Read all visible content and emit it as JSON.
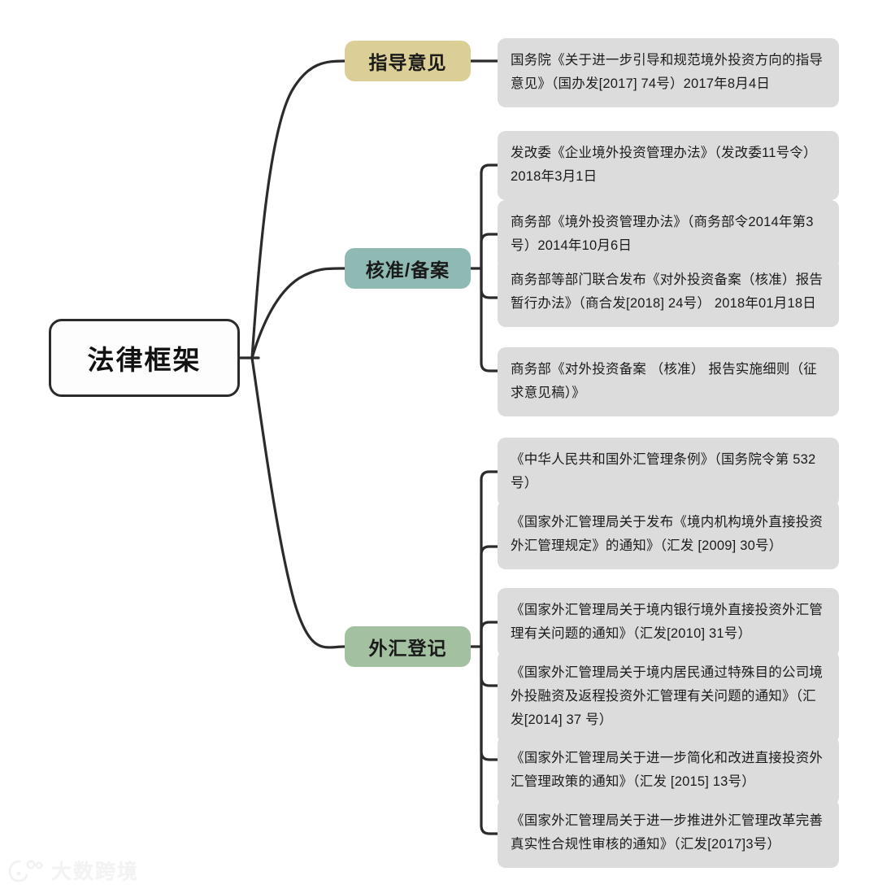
{
  "diagram": {
    "type": "mindmap",
    "root": {
      "label": "法律框架"
    },
    "branches": [
      {
        "id": "guidance",
        "label": "指导意见",
        "color": "#DBCE96",
        "leaves": [
          {
            "text": "国务院《关于进一步引导和规范境外投资方向的指导意见》（国办发[2017] 74号）2017年8月4日"
          }
        ]
      },
      {
        "id": "approval-filing",
        "label": "核准/备案",
        "color": "#8FBAB4",
        "leaves": [
          {
            "text": "发改委《企业境外投资管理办法》（发改委11号令） 2018年3月1日"
          },
          {
            "text": "商务部《境外投资管理办法》（商务部令2014年第3号）2014年10月6日"
          },
          {
            "text": "商务部等部门联合发布《对外投资备案（核准）报告暂行办法》（商合发[2018] 24号） 2018年01月18日"
          },
          {
            "text": "商务部《对外投资备案 （核准） 报告实施细则（征求意见稿）》"
          }
        ]
      },
      {
        "id": "forex-registration",
        "label": "外汇登记",
        "color": "#A3C0A0",
        "leaves": [
          {
            "text": "《中华人民共和国外汇管理条例》（国务院令第 532 号）"
          },
          {
            "text": "《国家外汇管理局关于发布《境内机构境外直接投资外汇管理规定》的通知》（汇发 [2009] 30号）"
          },
          {
            "text": "《国家外汇管理局关于境内银行境外直接投资外汇管理有关问题的通知》（汇发[2010] 31号）"
          },
          {
            "text": "《国家外汇管理局关于境内居民通过特殊目的公司境外投融资及返程投资外汇管理有关问题的通知》（汇发[2014] 37 号）"
          },
          {
            "text": "《国家外汇管理局关于进一步简化和改进直接投资外汇管理政策的通知》（汇发 [2015] 13号）"
          },
          {
            "text": "《国家外汇管理局关于进一步推进外汇管理改革完善真实性合规性审核的通知》（汇发[2017]3号）"
          }
        ]
      }
    ],
    "palette": {
      "leaf_background": "#DCDCDC",
      "connector": "#2B2B2B",
      "root_border": "#2B2B2B",
      "page_background": "#FFFFFF"
    }
  },
  "watermark": {
    "text": "大数跨境",
    "mark": "logo-mark-icon"
  }
}
